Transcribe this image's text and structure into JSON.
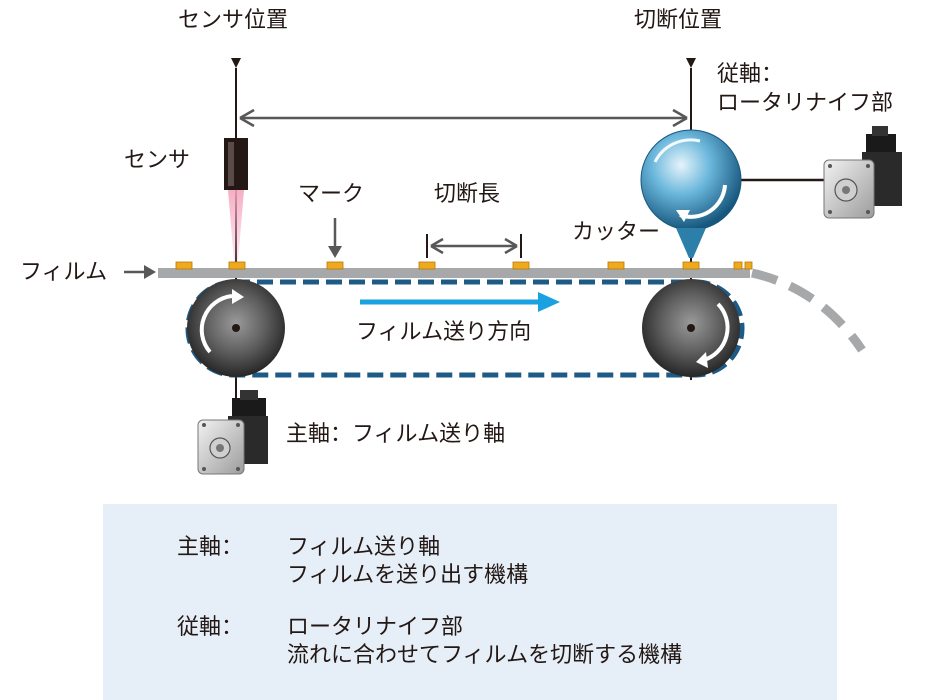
{
  "labels": {
    "sensor_position": "センサ位置",
    "cut_position": "切断位置",
    "slave_axis": "従軸：",
    "slave_axis_name": "ロータリナイフ部",
    "sensor": "センサ",
    "mark": "マーク",
    "cut_length": "切断長",
    "cutter": "カッター",
    "film": "フィルム",
    "feed_direction": "フィルム送り方向",
    "master_axis": "主軸：フィルム送り軸"
  },
  "legend": {
    "master_label": "主軸：",
    "master_line1": "フィルム送り軸",
    "master_line2": "フィルムを送り出す機構",
    "slave_label": "従軸：",
    "slave_line1": "ロータリナイフ部",
    "slave_line2": "流れに合わせてフィルムを切断する機構"
  },
  "colors": {
    "belt": "#1d5a86",
    "feed_arrow": "#1aa1e0",
    "film": "#a7a8aa",
    "mark": "#f0a91c",
    "sensor_beam": "#f4a6bf",
    "knife": "#3a8fb8",
    "legend_bg": "#e6eff7"
  }
}
